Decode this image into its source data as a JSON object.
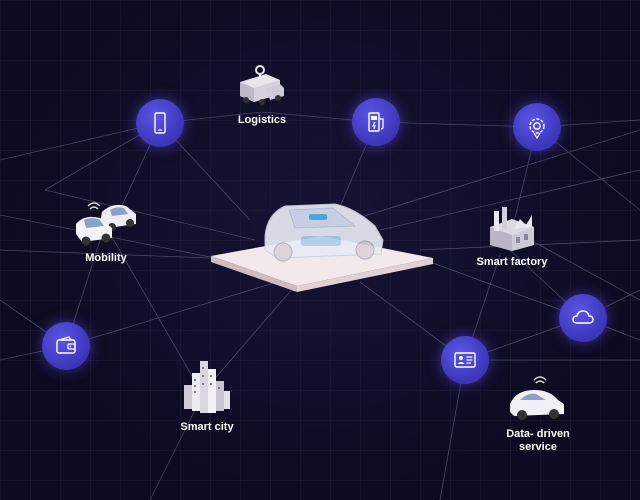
{
  "labels": {
    "logistics": "Logistics",
    "mobility": "Mobility",
    "smart_factory": "Smart factory",
    "smart_city": "Smart city",
    "data_driven_service": "Data- driven service"
  },
  "icons": {
    "phone": "phone-icon",
    "charger": "ev-charger-icon",
    "gear": "gear-icon",
    "wallet": "wallet-icon",
    "id_card": "id-card-icon",
    "cloud": "cloud-icon"
  },
  "colors": {
    "background": "#0d0b21",
    "node": "#4a43d4",
    "line": "#6a7090"
  }
}
